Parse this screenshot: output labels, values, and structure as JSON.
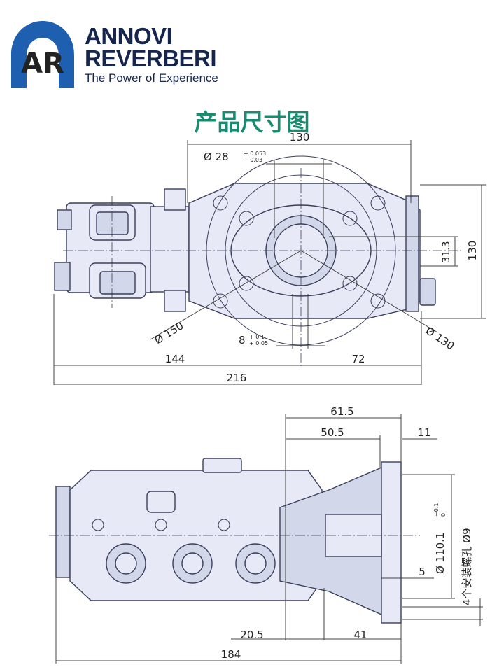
{
  "brand": {
    "logo_letters": "AR",
    "name_line1": "ANNOVI",
    "name_line2": "REVERBERI",
    "tagline": "The Power of Experience",
    "colors": {
      "logo_blue": "#1f5fb0",
      "text_navy": "#15254e",
      "title_green": "#1a8a70"
    }
  },
  "title": "产品尺寸图",
  "top_view": {
    "dims": {
      "overall_width": "130",
      "shaft_diameter_main": "Ø 28",
      "shaft_diameter_tol_upper": "+ 0.053",
      "shaft_diameter_tol_lower": "+ 0.03",
      "height_130": "130",
      "offset_31_3": "31.3",
      "flange_150": "Ø 150",
      "flange_130": "Ø 130",
      "key_width_main": "8",
      "key_width_tol_upper": "+ 0.1",
      "key_width_tol_lower": "+ 0.05",
      "left_144": "144",
      "right_72": "72",
      "total_216": "216"
    }
  },
  "side_view": {
    "dims": {
      "d_61_5": "61.5",
      "d_50_5": "50.5",
      "d_11": "11",
      "pilot_main": "Ø 110.1",
      "pilot_tol_upper": "+0.1",
      "pilot_tol_lower": "0",
      "holes_note": "4个安装螺孔 Ø9",
      "d_5": "5",
      "d_20_5": "20.5",
      "d_41": "41",
      "d_184": "184"
    }
  }
}
